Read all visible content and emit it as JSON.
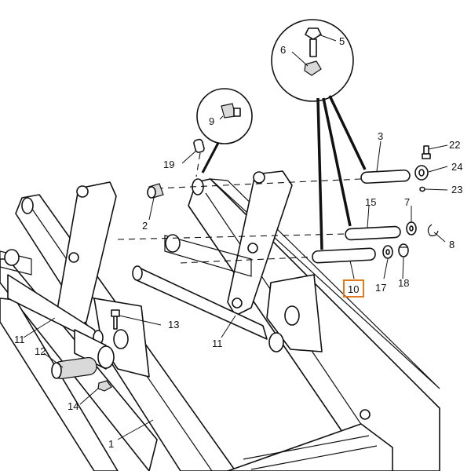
{
  "diagram": {
    "callouts": [
      {
        "id": "c1",
        "text": "1"
      },
      {
        "id": "c2",
        "text": "2"
      },
      {
        "id": "c3",
        "text": "3"
      },
      {
        "id": "c5",
        "text": "5"
      },
      {
        "id": "c6",
        "text": "6"
      },
      {
        "id": "c7",
        "text": "7"
      },
      {
        "id": "c8",
        "text": "8"
      },
      {
        "id": "c9",
        "text": "9"
      },
      {
        "id": "c10",
        "text": "10",
        "highlight": true
      },
      {
        "id": "c11a",
        "text": "11"
      },
      {
        "id": "c11b",
        "text": "11"
      },
      {
        "id": "c12",
        "text": "12"
      },
      {
        "id": "c13",
        "text": "13"
      },
      {
        "id": "c14",
        "text": "14"
      },
      {
        "id": "c15",
        "text": "15"
      },
      {
        "id": "c17",
        "text": "17"
      },
      {
        "id": "c18",
        "text": "18"
      },
      {
        "id": "c19",
        "text": "19"
      },
      {
        "id": "c22",
        "text": "22"
      },
      {
        "id": "c23",
        "text": "23"
      },
      {
        "id": "c24",
        "text": "24"
      }
    ],
    "highlight_color": "#e07a1f"
  }
}
